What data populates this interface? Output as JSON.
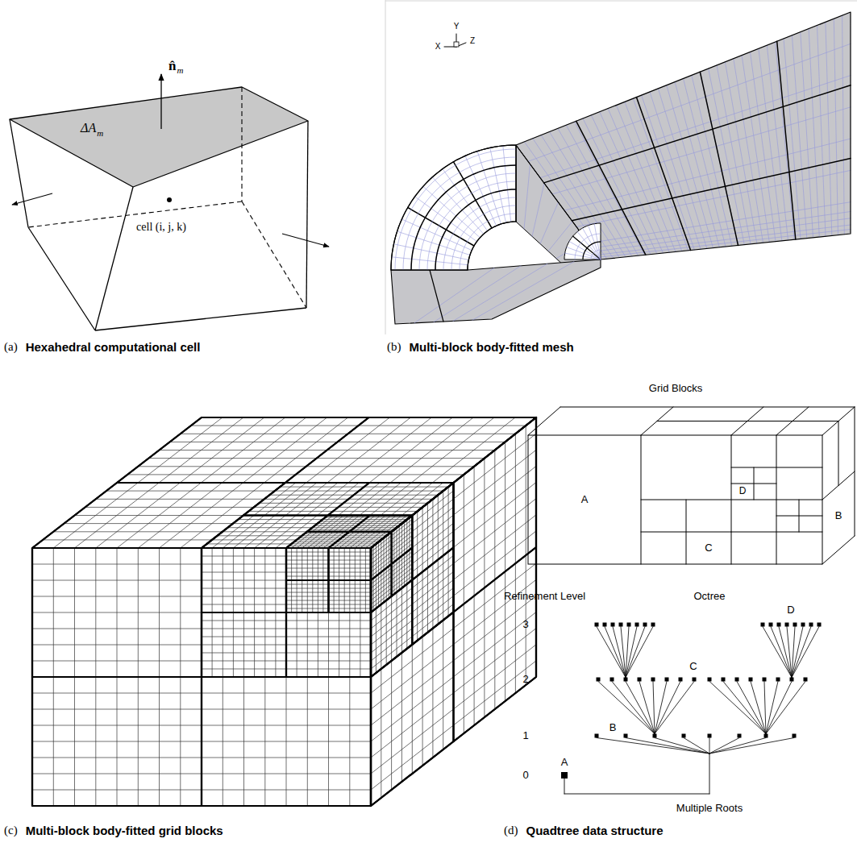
{
  "diagram": {
    "labels": [
      "n̂",
      "m",
      "ΔA",
      "m",
      "cell (i, j, k)",
      "(a)",
      "Hexahedral computational cell",
      "Y",
      "X",
      "Z",
      "(b)",
      "Multi-block body-fitted mesh",
      "(c)",
      "Multi-block body-fitted grid blocks",
      "Grid Blocks",
      "A",
      "C",
      "D",
      "B",
      "Refinement Level",
      "Octree",
      "3",
      "D",
      "2",
      "C",
      "1",
      "B",
      "0",
      "A",
      "Multiple Roots",
      "(d)",
      "Quadtree data structure"
    ]
  }
}
